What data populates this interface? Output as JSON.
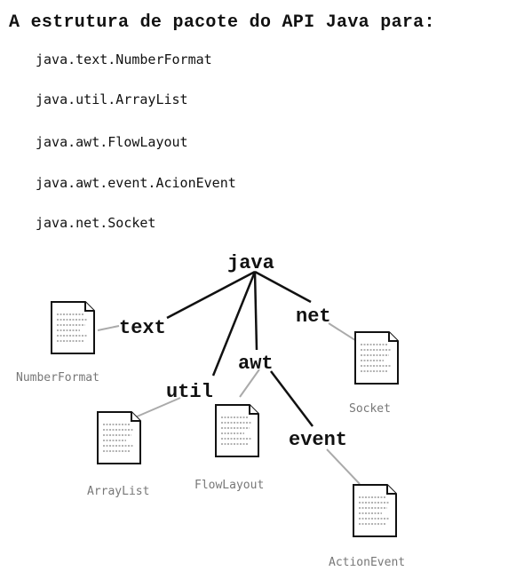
{
  "heading": "A estrutura de pacote do API Java para:",
  "packages": [
    "java.text.NumberFormat",
    "java.util.ArrayList",
    "java.awt.FlowLayout",
    "java.awt.event.AcionEvent",
    "java.net.Socket"
  ],
  "tree": {
    "root": "java",
    "nodes": {
      "text": "text",
      "util": "util",
      "awt": "awt",
      "net": "net",
      "event": "event"
    },
    "classes": {
      "number_format": "NumberFormat",
      "array_list": "ArrayList",
      "flow_layout": "FlowLayout",
      "socket": "Socket",
      "action_event": "ActionEvent"
    }
  },
  "icons": {
    "class_file": "document-icon"
  }
}
